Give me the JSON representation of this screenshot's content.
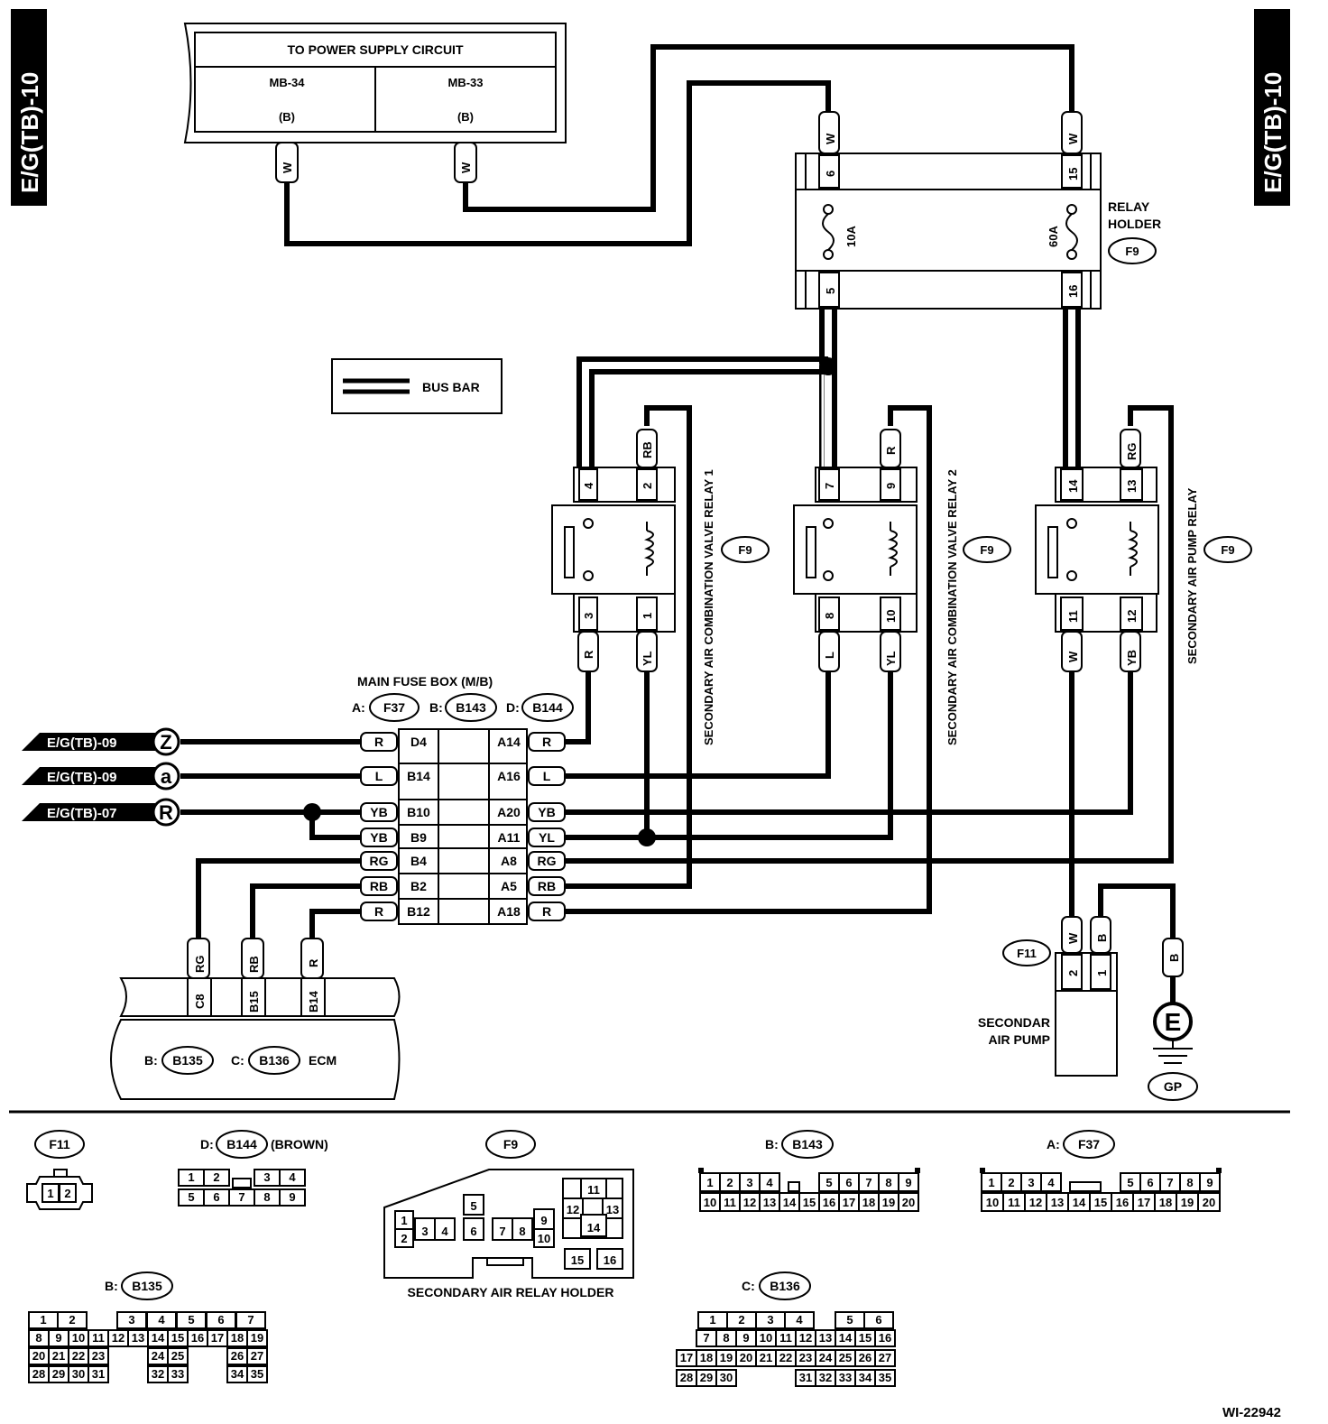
{
  "page": {
    "side_tag": "E/G(TB)-10",
    "figure_id": "WI-22942"
  },
  "power": {
    "title": "TO POWER SUPPLY CIRCUIT",
    "left_id": "MB-34",
    "left_color": "(B)",
    "right_id": "MB-33",
    "right_color": "(B)",
    "wire_left": "W",
    "wire_right": "W"
  },
  "relay_holder": {
    "label_line1": "RELAY",
    "label_line2": "HOLDER",
    "connector": "F9",
    "pins": {
      "p6": "6",
      "p15": "15",
      "p5": "5",
      "p16": "16"
    },
    "fuse_left": "10A",
    "fuse_right": "60A",
    "wire_a": "W",
    "wire_b": "W"
  },
  "bus_bar_legend": "BUS BAR",
  "relays": [
    {
      "name": "SECONDARY AIR COMBINATION VALVE RELAY 1",
      "connector": "F9",
      "pin_tl": "4",
      "pin_tr": "2",
      "pin_bl": "3",
      "pin_br": "1",
      "wire_tr": "RB",
      "wire_bl": "R",
      "wire_br": "YL"
    },
    {
      "name": "SECONDARY AIR COMBINATION VALVE RELAY 2",
      "connector": "F9",
      "pin_tl": "7",
      "pin_tr": "9",
      "pin_bl": "8",
      "pin_br": "10",
      "wire_tr": "R",
      "wire_bl": "L",
      "wire_br": "YL"
    },
    {
      "name": "SECONDARY AIR PUMP RELAY",
      "connector": "F9",
      "pin_tl": "14",
      "pin_tr": "13",
      "pin_bl": "11",
      "pin_br": "12",
      "wire_tr": "RG",
      "wire_bl": "W",
      "wire_br": "YB"
    }
  ],
  "fuse_box": {
    "title": "MAIN FUSE BOX (M/B)",
    "prefix_a": "A:",
    "conn_a": "F37",
    "prefix_b": "B:",
    "conn_b": "B143",
    "prefix_d": "D:",
    "conn_d": "B144",
    "rows": [
      {
        "lw": "R",
        "lp": "D4",
        "rp": "A14",
        "rw": "R"
      },
      {
        "lw": "L",
        "lp": "B14",
        "rp": "A16",
        "rw": "L"
      },
      {
        "lw": "YB",
        "lp": "B10",
        "rp": "A20",
        "rw": "YB"
      },
      {
        "lw": "YB",
        "lp": "B9",
        "rp": "A11",
        "rw": "YL"
      },
      {
        "lw": "RG",
        "lp": "B4",
        "rp": "A8",
        "rw": "RG"
      },
      {
        "lw": "RB",
        "lp": "B2",
        "rp": "A5",
        "rw": "RB"
      },
      {
        "lw": "R",
        "lp": "B12",
        "rp": "A18",
        "rw": "R"
      }
    ]
  },
  "refs": [
    {
      "text": "E/G(TB)-09",
      "letter": "Z"
    },
    {
      "text": "E/G(TB)-09",
      "letter": "a"
    },
    {
      "text": "E/G(TB)-07",
      "letter": "R"
    }
  ],
  "ecm": {
    "label": "ECM",
    "prefix_b": "B:",
    "conn_b": "B135",
    "prefix_c": "C:",
    "conn_c": "B136",
    "pins": [
      {
        "pin": "C8",
        "wire": "RG"
      },
      {
        "pin": "B15",
        "wire": "RB"
      },
      {
        "pin": "B14",
        "wire": "R"
      }
    ]
  },
  "pump": {
    "connector": "F11",
    "label_line1": "SECONDAR",
    "label_line2": "AIR PUMP",
    "pin2": "2",
    "pin1": "1",
    "wire2": "W",
    "wire1": "B",
    "ground_wire": "B",
    "ground_symbol": "E",
    "ground_point": "GP"
  },
  "legend": {
    "f11": {
      "label": "F11",
      "pins": [
        "1",
        "2"
      ]
    },
    "b144": {
      "prefix": "D:",
      "label": "B144",
      "note": "(BROWN)",
      "row1": [
        "1",
        "2",
        "",
        "3",
        "4"
      ],
      "row2": [
        "5",
        "6",
        "7",
        "8",
        "9"
      ]
    },
    "f9": {
      "label": "F9",
      "caption": "SECONDARY AIR RELAY HOLDER",
      "pins": [
        "1",
        "2",
        "3",
        "4",
        "5",
        "6",
        "7",
        "8",
        "9",
        "10",
        "11",
        "12",
        "13",
        "14",
        "15",
        "16"
      ]
    },
    "b143": {
      "prefix": "B:",
      "label": "B143",
      "row1": [
        "1",
        "2",
        "3",
        "4",
        "",
        "5",
        "6",
        "7",
        "8",
        "9"
      ],
      "row2": [
        "10",
        "11",
        "12",
        "13",
        "14",
        "15",
        "16",
        "17",
        "18",
        "19",
        "20"
      ]
    },
    "f37": {
      "prefix": "A:",
      "label": "F37",
      "row1": [
        "1",
        "2",
        "3",
        "4",
        "",
        "5",
        "6",
        "7",
        "8",
        "9"
      ],
      "row2": [
        "10",
        "11",
        "12",
        "13",
        "14",
        "15",
        "16",
        "17",
        "18",
        "19",
        "20"
      ]
    },
    "b135": {
      "prefix": "B:",
      "label": "B135",
      "row1": [
        "1",
        "2",
        "3",
        "4",
        "5",
        "6",
        "7"
      ],
      "row2": [
        "8",
        "9",
        "10",
        "11",
        "12",
        "13",
        "14",
        "15",
        "16",
        "17",
        "18",
        "19"
      ],
      "row3": [
        "20",
        "21",
        "22",
        "23",
        "24",
        "25",
        "26",
        "27"
      ],
      "row4": [
        "28",
        "29",
        "30",
        "31",
        "32",
        "33",
        "34",
        "35"
      ]
    },
    "b136": {
      "prefix": "C:",
      "label": "B136",
      "row1": [
        "1",
        "2",
        "3",
        "4",
        "5",
        "6"
      ],
      "row2": [
        "7",
        "8",
        "9",
        "10",
        "11",
        "12",
        "13",
        "14",
        "15",
        "16"
      ],
      "row3": [
        "17",
        "18",
        "19",
        "20",
        "21",
        "22",
        "23",
        "24",
        "25",
        "26",
        "27"
      ],
      "row4": [
        "28",
        "29",
        "30",
        "31",
        "32",
        "33",
        "34",
        "35"
      ]
    }
  }
}
